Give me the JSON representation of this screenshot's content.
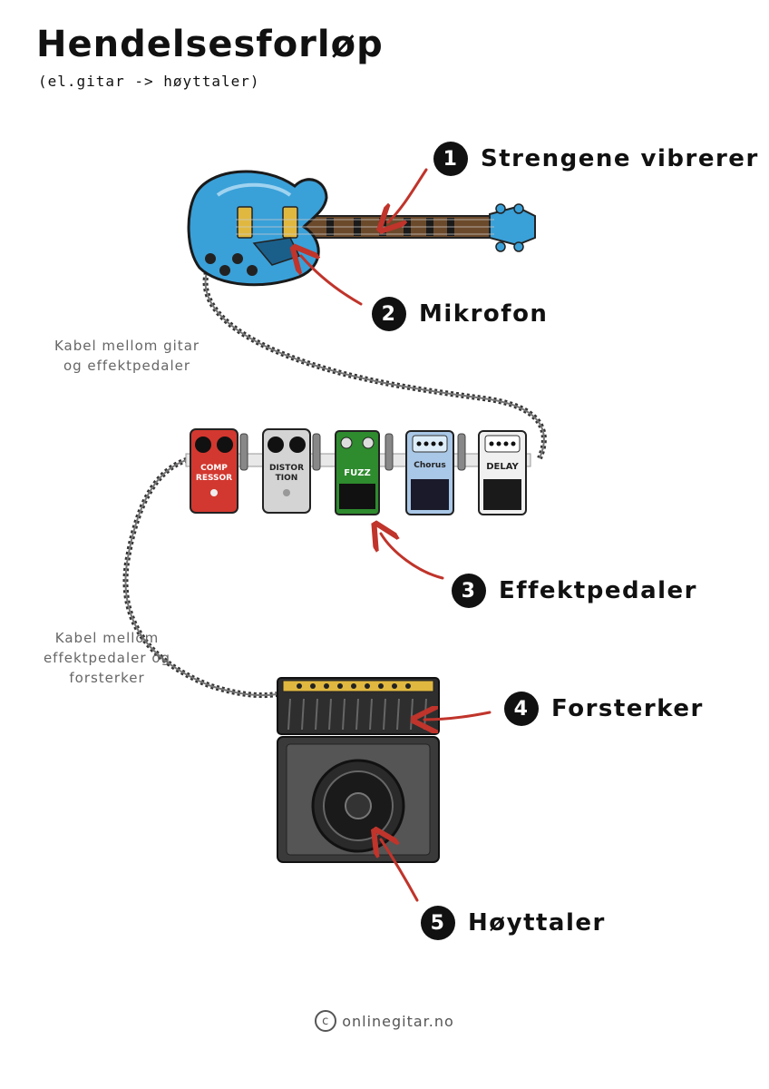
{
  "header": {
    "title": "Hendelsesforløp",
    "subtitle": "(el.gitar -> høyttaler)"
  },
  "steps": [
    {
      "number": "1",
      "label": "Strengene vibrerer"
    },
    {
      "number": "2",
      "label": "Mikrofon"
    },
    {
      "number": "3",
      "label": "Effektpedaler"
    },
    {
      "number": "4",
      "label": "Forsterker"
    },
    {
      "number": "5",
      "label": "Høyttaler"
    }
  ],
  "cables": {
    "guitar_to_pedals": [
      "Kabel mellom gitar",
      "og effektpedaler"
    ],
    "pedals_to_amp": [
      "Kabel mellom",
      "effektpedaler og",
      "forsterker"
    ]
  },
  "pedals": [
    {
      "label_lines": [
        "COMP",
        "RESSOR"
      ],
      "color": "#d2382f",
      "name": "compressor"
    },
    {
      "label_lines": [
        "DISTOR",
        "TION"
      ],
      "color": "#d4d4d4",
      "name": "distortion"
    },
    {
      "label_lines": [
        "FUZZ"
      ],
      "color": "#2e8b2e",
      "name": "fuzz"
    },
    {
      "label_lines": [
        "Chorus"
      ],
      "color": "#a9c7e6",
      "name": "chorus"
    },
    {
      "label_lines": [
        "DELAY"
      ],
      "color": "#f0f0f0",
      "name": "delay"
    }
  ],
  "colors": {
    "arrow": "#c0342b",
    "guitar_body": "#3aa0d8",
    "cable": "#333333",
    "amp": "#3a3a3a"
  },
  "footer": {
    "symbol": "c",
    "credit": "onlinegitar.no"
  }
}
